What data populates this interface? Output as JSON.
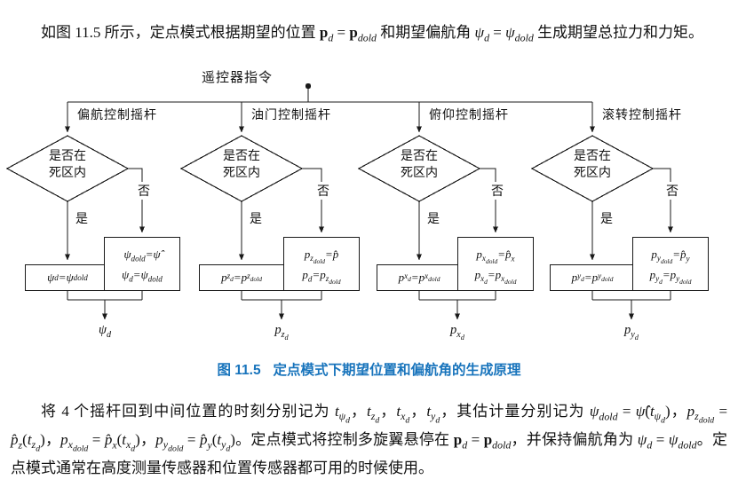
{
  "colors": {
    "caption": "#1874bc",
    "ink": "#1a1a1a"
  },
  "paragraphs": {
    "top": "如图 11.5 所示，定点模式根据期望的位置 #{p}_{${d}} = #{p}_{${dold}} 和期望偏航角 ${ψ_{d}} = ${ψ_{dold}} 生成期望总拉力和力矩。",
    "bottom": "将 4 个摇杆回到中间位置的时刻分别记为 ${t_{ψ_{d}}}，${t_{z_{d}}}，${t_{x_{d}}}，${t_{y_{d}}}，其估计量分别记为 ${ψ_{dold}} = ${ψ̂}(${t_{ψ_{d}}})，${p_{z_{dold}}} = ${p̂_{z}}(${t_{z_{d}}})，${p_{x_{dold}}} = ${p̂_{x}}(${t_{x_{d}}})，${p_{y_{dold}}} = ${p̂_{y}}(${t_{y_{d}}})。定点模式将控制多旋翼悬停在 #{p}_{${d}} = #{p}_{${dold}}，并保持偏航角为 ${ψ_{d}} = ${ψ_{dold}}。定点模式通常在高度测量传感器和位置传感器都可用的时候使用。"
  },
  "figure": {
    "root_label": "遥控器指令",
    "diamond": {
      "line1": "是否在",
      "line2": "死区内"
    },
    "yes_label": "是",
    "no_label": "否",
    "branches": [
      {
        "stick": "偏航控制摇杆",
        "yes_box": "ψ_{d}=ψ_{dold}",
        "no_box_line1": "ψ_{dold}=ψ̂",
        "no_box_line2": "ψ_{d}=ψ_{dold}",
        "output": "ψ_{d}"
      },
      {
        "stick": "油门控制摇杆",
        "yes_box": "p_{z_{d}}=p_{z_{dold}}",
        "no_box_line1": "p_{z_{dold}}=p̂",
        "no_box_line2": "p_{d}=p_{z_{dold}}",
        "output": "p_{z_{d}}"
      },
      {
        "stick": "俯仰控制摇杆",
        "yes_box": "p_{x_{d}}=p_{x_{dold}}",
        "no_box_line1": "p_{x_{dold}}=p̂_{x}",
        "no_box_line2": "p_{x_{d}}=p_{x_{dold}}",
        "output": "p_{x_{d}}"
      },
      {
        "stick": "滚转控制摇杆",
        "yes_box": "p_{y_{d}}=p_{y_{dold}}",
        "no_box_line1": "p_{y_{dold}}=p̂_{y}",
        "no_box_line2": "p_{y_{d}}=p_{y_{dold}}",
        "output": "p_{y_{d}}"
      }
    ]
  },
  "caption": {
    "label": "图 11.5",
    "title": "定点模式下期望位置和偏航角的生成原理"
  }
}
